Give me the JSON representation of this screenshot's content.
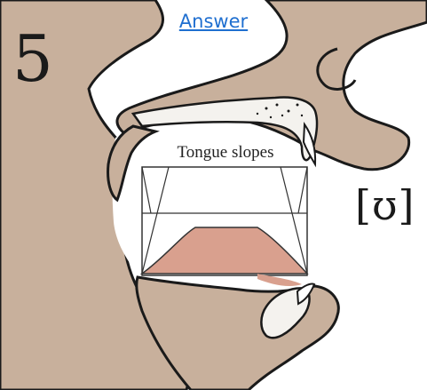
{
  "header": {
    "answer_link": "Answer"
  },
  "diagram": {
    "figure_number": "5",
    "caption": "Tongue slopes",
    "phonetic_symbol": "[ʊ]"
  },
  "colors": {
    "skin": "#c8b09c",
    "outline": "#1a1a1a",
    "tongue": "#d9a08e",
    "link": "#1f6fd0"
  }
}
